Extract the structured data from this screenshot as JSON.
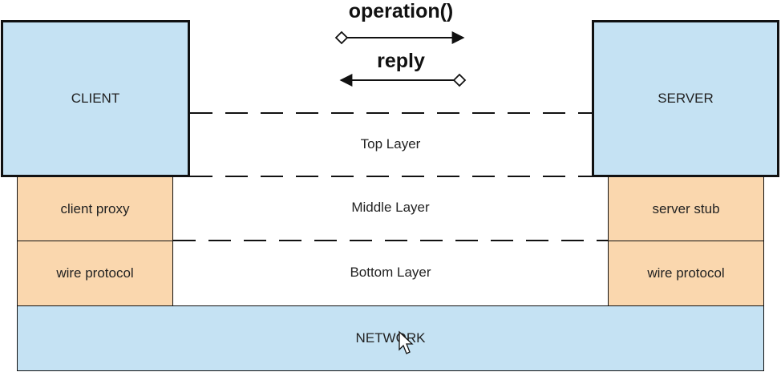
{
  "title": "operation()",
  "reply": "reply",
  "client": "CLIENT",
  "server": "SERVER",
  "layers": {
    "top": "Top Layer",
    "middle": "Middle Layer",
    "bottom": "Bottom Layer"
  },
  "client_stack": {
    "proxy": "client proxy",
    "wire": "wire protocol"
  },
  "server_stack": {
    "stub": "server stub",
    "wire": "wire protocol"
  },
  "network": "NETWORK",
  "colors": {
    "blue": "#c5e2f3",
    "orange": "#fad7ae",
    "line": "#111111"
  }
}
